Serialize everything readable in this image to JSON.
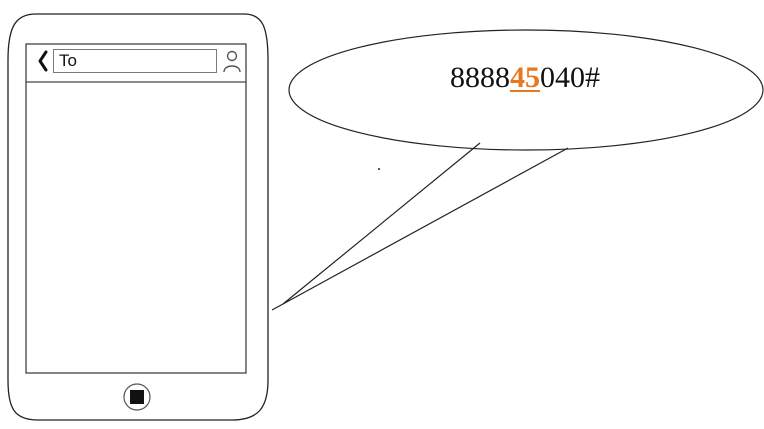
{
  "phone": {
    "to_field_text": "To",
    "icons": {
      "back": "chevron-left-icon",
      "contact": "person-icon",
      "home": "home-button-icon"
    }
  },
  "bubble": {
    "code_prefix": "8888",
    "code_highlight": "45",
    "code_suffix": "040#"
  },
  "colors": {
    "highlight": "#e8771e",
    "outline": "#222222"
  }
}
